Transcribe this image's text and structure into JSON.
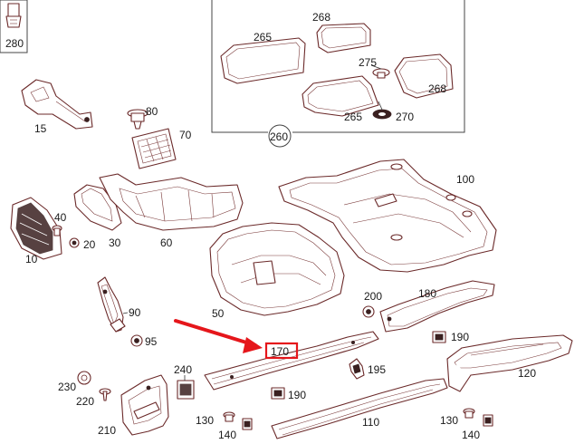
{
  "colors": {
    "part_outline": "#6b2a2a",
    "arrow": "#e5161b",
    "highlight": "#e5161b"
  },
  "callouts": {
    "c280": "280",
    "c15": "15",
    "c80": "80",
    "c70": "70",
    "c40": "40",
    "c20": "20",
    "c10": "10",
    "c30": "30",
    "c60": "60",
    "c265a": "265",
    "c268a": "268",
    "c275": "275",
    "c268b": "268",
    "c265b": "265",
    "c270": "270",
    "c260": "260",
    "c100": "100",
    "c50": "50",
    "c90": "90",
    "c95": "95",
    "c200": "200",
    "c180": "180",
    "c190a": "190",
    "c170": "170",
    "c195": "195",
    "c120": "120",
    "c230": "230",
    "c220": "220",
    "c240": "240",
    "c190b": "190",
    "c210": "210",
    "c130a": "130",
    "c140a": "140",
    "c110": "110",
    "c130b": "130",
    "c140b": "140"
  }
}
